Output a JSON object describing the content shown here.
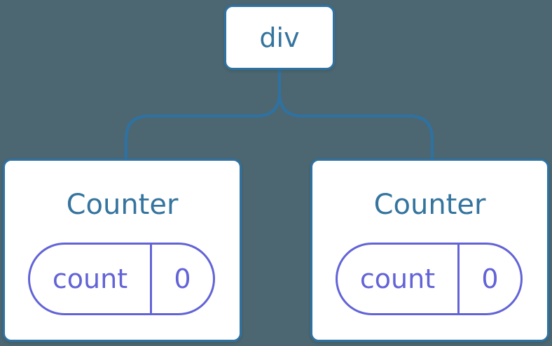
{
  "diagram": {
    "root": {
      "label": "div"
    },
    "children": [
      {
        "title": "Counter",
        "state": {
          "label": "count",
          "value": "0"
        }
      },
      {
        "title": "Counter",
        "state": {
          "label": "count",
          "value": "0"
        }
      }
    ]
  },
  "colors": {
    "background": "#4C6771",
    "node_background": "#FFFFFF",
    "node_border": "#2E72A3",
    "node_text": "#34749E",
    "state_border": "#6263D7",
    "state_text": "#6263D7"
  }
}
